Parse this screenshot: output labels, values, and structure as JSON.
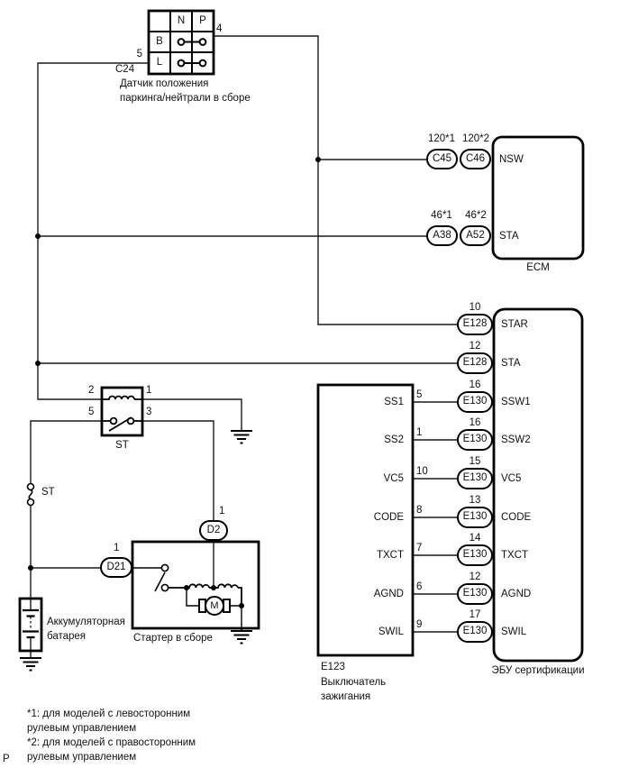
{
  "page": {
    "corner_mark": "P"
  },
  "c24": {
    "code": "C24",
    "pin_top": "4",
    "pin_bottom": "5",
    "col_n": "N",
    "col_p": "P",
    "row_b": "B",
    "row_l": "L",
    "name_line1": "Датчик положения",
    "name_line2": "паркинга/нейтрали в сборе"
  },
  "ecm": {
    "label": "ECM",
    "nsw": {
      "note1": "120*1",
      "note2": "120*2",
      "conn1": "C45",
      "conn2": "C46",
      "signal": "NSW"
    },
    "sta": {
      "note1": "46*1",
      "note2": "46*2",
      "conn1": "A38",
      "conn2": "A52",
      "signal": "STA"
    }
  },
  "cert_ecu": {
    "label": "ЭБУ сертификации",
    "pins": [
      {
        "num": "10",
        "conn": "E128",
        "signal": "STAR"
      },
      {
        "num": "12",
        "conn": "E128",
        "signal": "STA"
      },
      {
        "num": "16",
        "conn": "E130",
        "signal": "SSW1"
      },
      {
        "num": "16",
        "conn": "E130",
        "signal": "SSW2"
      },
      {
        "num": "15",
        "conn": "E130",
        "signal": "VC5"
      },
      {
        "num": "13",
        "conn": "E130",
        "signal": "CODE"
      },
      {
        "num": "14",
        "conn": "E130",
        "signal": "TXCT"
      },
      {
        "num": "12",
        "conn": "E130",
        "signal": "AGND"
      },
      {
        "num": "17",
        "conn": "E130",
        "signal": "SWIL"
      }
    ]
  },
  "ignition_switch": {
    "code": "E123",
    "name_line1": "Выключатель",
    "name_line2": "зажигания",
    "pins": [
      {
        "signal": "SS1",
        "num": "5"
      },
      {
        "signal": "SS2",
        "num": "1"
      },
      {
        "signal": "VC5",
        "num": "10"
      },
      {
        "signal": "CODE",
        "num": "8"
      },
      {
        "signal": "TXCT",
        "num": "7"
      },
      {
        "signal": "AGND",
        "num": "6"
      },
      {
        "signal": "SWIL",
        "num": "9"
      }
    ]
  },
  "relay": {
    "label": "ST",
    "pin1": "1",
    "pin2": "2",
    "pin3": "3",
    "pin5": "5"
  },
  "fuse": {
    "label": "ST"
  },
  "battery": {
    "name_line1": "Аккумуляторная",
    "name_line2": "батарея"
  },
  "starter": {
    "label": "Стартер в сборе",
    "motor_label": "M",
    "conn_d2": "D2",
    "pin_d2": "1",
    "conn_d21": "D21",
    "pin_d21": "1"
  },
  "footnotes": {
    "line1a": "*1: для моделей с левосторонним",
    "line1b": "рулевым управлением",
    "line2a": "*2: для моделей с правосторонним",
    "line2b": "рулевым управлением"
  }
}
